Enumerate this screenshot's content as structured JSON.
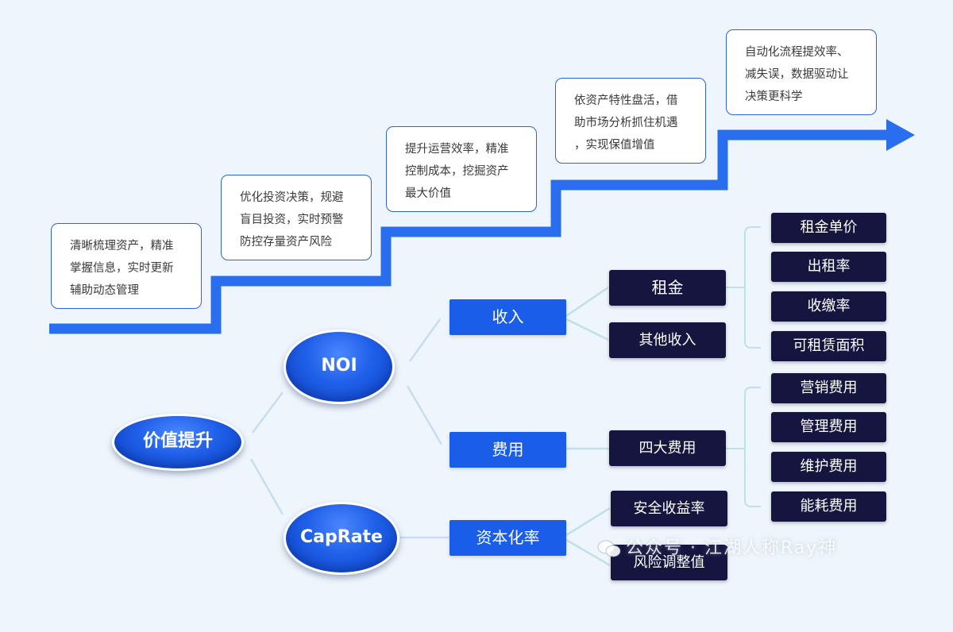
{
  "steps": [
    {
      "text": "清晰梳理资产，精准\n掌握信息，实时更新\n辅助动态管理"
    },
    {
      "text": "优化投资决策，规避\n盲目投资，实时预警\n防控存量资产风险"
    },
    {
      "text": "提升运营效率，精准\n控制成本，挖掘资产\n最大价值"
    },
    {
      "text": "依资产特性盘活，借\n助市场分析抓住机遇\n，实现保值增值"
    },
    {
      "text": "自动化流程提效率、\n减失误，数据驱动让\n决策更科学"
    }
  ],
  "tree": {
    "root": "价值提升",
    "noi": "NOI",
    "caprate": "CapRate",
    "income": "收入",
    "expense": "费用",
    "cap_rate": "资本化率",
    "rent": "租金",
    "other_income": "其他收入",
    "four_expenses": "四大费用",
    "safe_yield": "安全收益率",
    "risk_adjust": "风险调整值",
    "rent_items": [
      "租金单价",
      "出租率",
      "收缴率",
      "可租赁面积"
    ],
    "expense_items": [
      "营销费用",
      "管理费用",
      "维护费用",
      "能耗费用"
    ]
  },
  "watermark": "公众号 · 江湖人称Ray神",
  "colors": {
    "accent_blue": "#2a6ef0",
    "box_blue": "#1a5de8",
    "navy": "#15153f",
    "connector": "#bfe0ea",
    "background": "#eef5fc"
  }
}
